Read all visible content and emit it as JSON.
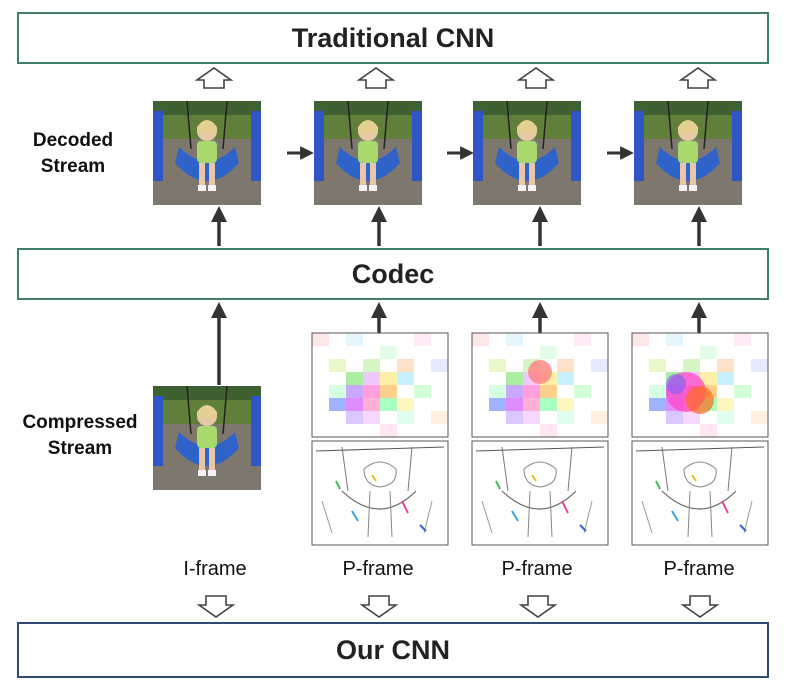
{
  "top_box": {
    "label": "Traditional CNN"
  },
  "middle_box": {
    "label": "Codec"
  },
  "bottom_box": {
    "label": "Our CNN"
  },
  "row_labels": {
    "decoded": "Decoded\nStream",
    "compressed": "Compressed\nStream"
  },
  "frame_labels": [
    "I-frame",
    "P-frame",
    "P-frame",
    "P-frame"
  ],
  "colors": {
    "top_border": "#3f7f6f",
    "bottom_border": "#2d4a73",
    "arrow": "#333333"
  }
}
